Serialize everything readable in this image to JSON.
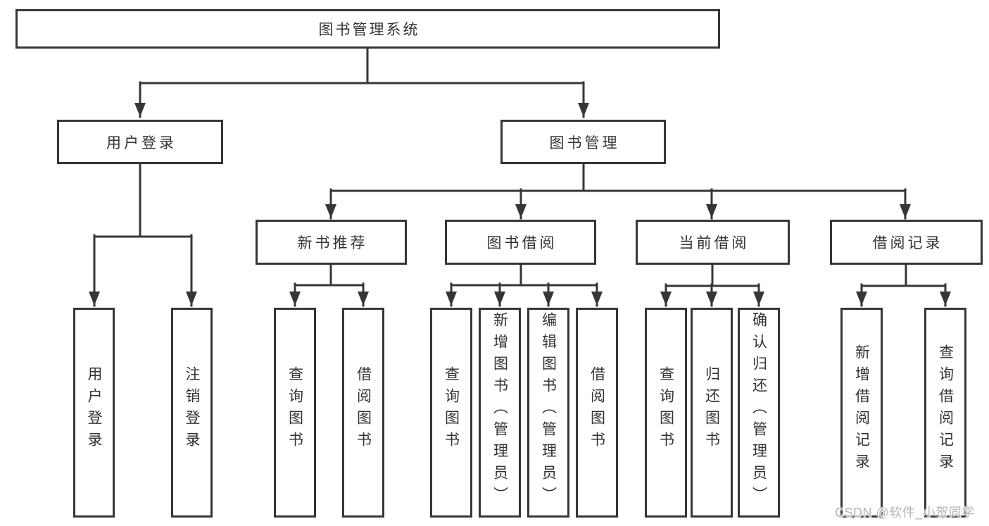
{
  "diagram": {
    "tree": {
      "label": "图书管理系统",
      "children": [
        {
          "label": "用户登录",
          "children": [
            {
              "label": "用户登录"
            },
            {
              "label": "注销登录"
            }
          ]
        },
        {
          "label": "图书管理",
          "children": [
            {
              "label": "新书推荐",
              "children": [
                {
                  "label": "查询图书"
                },
                {
                  "label": "借阅图书"
                }
              ]
            },
            {
              "label": "图书借阅",
              "children": [
                {
                  "label": "查询图书"
                },
                {
                  "label": "新增图书（管理员）"
                },
                {
                  "label": "编辑图书（管理员）"
                },
                {
                  "label": "借阅图书"
                }
              ]
            },
            {
              "label": "当前借阅",
              "children": [
                {
                  "label": "查询图书"
                },
                {
                  "label": "归还图书"
                },
                {
                  "label": "确认归还（管理员）"
                }
              ]
            },
            {
              "label": "借阅记录",
              "children": [
                {
                  "label": "新增借阅记录"
                },
                {
                  "label": "查询借阅记录"
                }
              ]
            }
          ]
        }
      ]
    },
    "colors": {
      "line": "#363636",
      "box_border": "#363636",
      "text": "#333333",
      "background": "#ffffff",
      "watermark": "#b5b5b5"
    }
  },
  "watermark": {
    "text": "CSDN @软件_小贺同学"
  }
}
